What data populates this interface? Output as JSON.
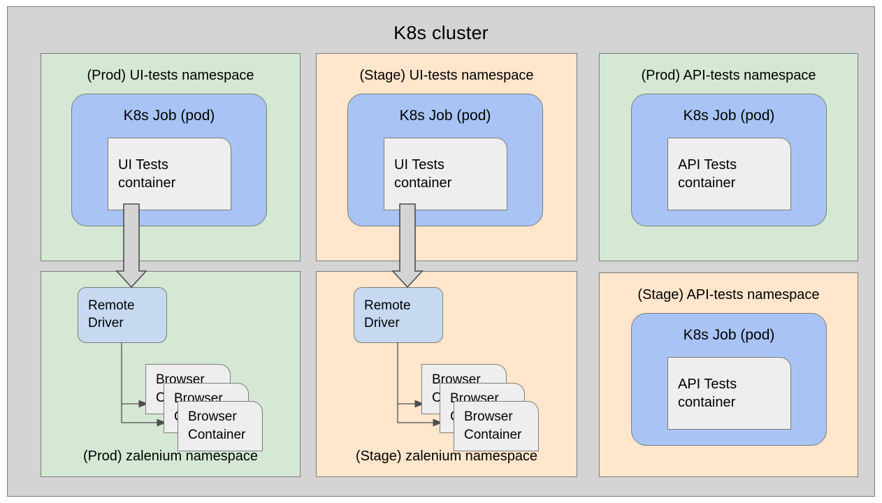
{
  "cluster": {
    "title": "K8s cluster",
    "background_color": "#d4d4d4",
    "border_color": "#7d7d7d"
  },
  "colors": {
    "prod_namespace": "#d5e8d4",
    "stage_namespace": "#ffe6cc",
    "pod": "#a9c4f4",
    "container": "#eeeeee",
    "remote_driver": "#c6d9f1",
    "stroke": "#7d7d7d",
    "arrow_fill": "#d4d4d4"
  },
  "namespaces": [
    {
      "id": "prod-ui-tests",
      "label": "(Prod) UI-tests namespace",
      "label_position": "top",
      "env": "Prod",
      "fill": "prod",
      "pod": {
        "label": "K8s Job (pod)",
        "container": {
          "line1": "UI Tests",
          "line2": "container"
        }
      }
    },
    {
      "id": "stage-ui-tests",
      "label": "(Stage) UI-tests namespace",
      "label_position": "top",
      "env": "Stage",
      "fill": "stage",
      "pod": {
        "label": "K8s Job (pod)",
        "container": {
          "line1": "UI Tests",
          "line2": "container"
        }
      }
    },
    {
      "id": "prod-api-tests",
      "label": "(Prod) API-tests namespace",
      "label_position": "top",
      "env": "Prod",
      "fill": "prod",
      "pod": {
        "label": "K8s Job (pod)",
        "container": {
          "line1": "API Tests",
          "line2": "container"
        }
      }
    },
    {
      "id": "prod-zalenium",
      "label": "(Prod) zalenium namespace",
      "label_position": "bottom",
      "env": "Prod",
      "fill": "prod",
      "driver": {
        "line1": "Remote",
        "line2": "Driver"
      },
      "browser_cards": [
        {
          "line1": "Browser",
          "line2": "Container"
        },
        {
          "line1": "Browser",
          "line2": "Container"
        },
        {
          "line1": "Browser",
          "line2": "Container"
        }
      ]
    },
    {
      "id": "stage-zalenium",
      "label": "(Stage) zalenium namespace",
      "label_position": "bottom",
      "env": "Stage",
      "fill": "stage",
      "driver": {
        "line1": "Remote",
        "line2": "Driver"
      },
      "browser_cards": [
        {
          "line1": "Browser",
          "line2": "Container"
        },
        {
          "line1": "Browser",
          "line2": "Container"
        },
        {
          "line1": "Browser",
          "line2": "Container"
        }
      ]
    },
    {
      "id": "stage-api-tests",
      "label": "(Stage) API-tests namespace",
      "label_position": "top",
      "env": "Stage",
      "fill": "stage",
      "pod": {
        "label": "K8s Job (pod)",
        "container": {
          "line1": "API Tests",
          "line2": "container"
        }
      }
    }
  ],
  "text": {
    "prod_ui_ns": "(Prod) UI-tests namespace",
    "stage_ui_ns": "(Stage) UI-tests namespace",
    "prod_api_ns": "(Prod) API-tests namespace",
    "stage_api_ns": "(Stage) API-tests namespace",
    "prod_zal_ns": "(Prod) zalenium namespace",
    "stage_zal_ns": "(Stage) zalenium namespace",
    "pod_label": "K8s Job (pod)",
    "ui_tests_container": "UI Tests\ncontainer",
    "api_tests_container": "API Tests\ncontainer",
    "remote_driver": "Remote\nDriver",
    "browser_container": "Browser\nContainer"
  },
  "connections": [
    {
      "from": "prod-ui-tests-container",
      "to": "prod-remote-driver",
      "style": "block-arrow-down"
    },
    {
      "from": "stage-ui-tests-container",
      "to": "stage-remote-driver",
      "style": "block-arrow-down"
    },
    {
      "from": "prod-remote-driver",
      "to": "prod-browser-card-1",
      "style": "thin-arrow"
    },
    {
      "from": "prod-remote-driver",
      "to": "prod-browser-card-2",
      "style": "thin-arrow"
    },
    {
      "from": "stage-remote-driver",
      "to": "stage-browser-card-1",
      "style": "thin-arrow"
    },
    {
      "from": "stage-remote-driver",
      "to": "stage-browser-card-2",
      "style": "thin-arrow"
    }
  ]
}
